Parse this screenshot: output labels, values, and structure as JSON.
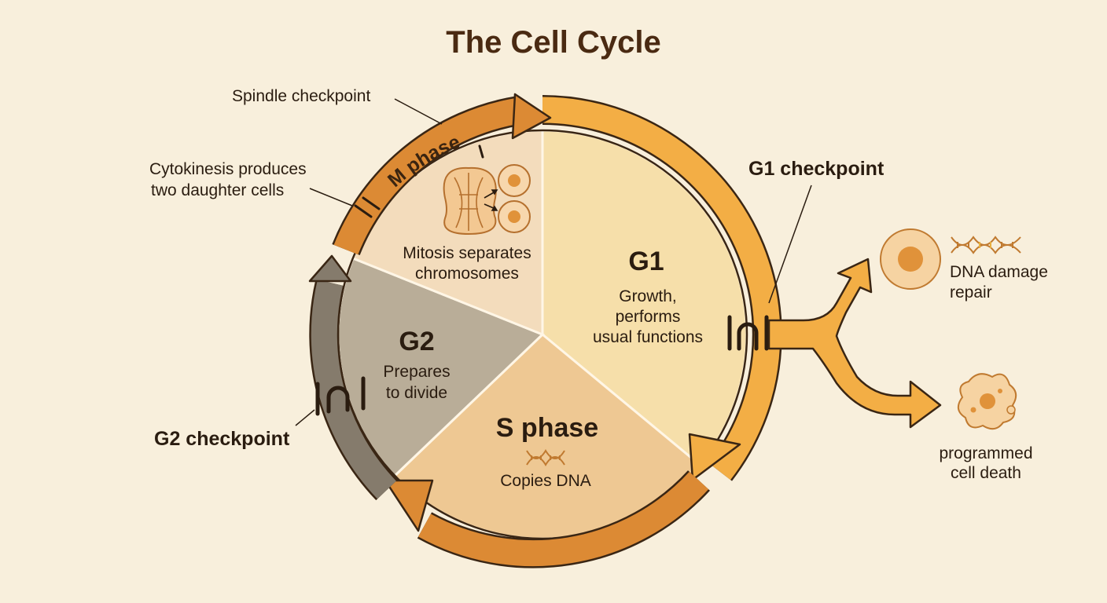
{
  "title": "The Cell Cycle",
  "phases": {
    "g1": {
      "name": "G1",
      "desc": [
        "Growth,",
        "performs",
        "usual functions"
      ]
    },
    "s": {
      "name": "S phase",
      "desc": "Copies DNA"
    },
    "g2": {
      "name": "G2",
      "desc": [
        "Prepares",
        "to divide"
      ]
    },
    "m": {
      "name": "M phase",
      "desc": [
        "Mitosis separates",
        "chromosomes"
      ]
    }
  },
  "checkpoints": {
    "spindle": "Spindle checkpoint",
    "cytokinesis": [
      "Cytokinesis produces",
      "two daughter cells"
    ],
    "g1": "G1 checkpoint",
    "g2": "G2 checkpoint"
  },
  "outcomes": {
    "repair": [
      "DNA damage",
      "repair"
    ],
    "death": [
      "programmed",
      "cell death"
    ]
  },
  "colors": {
    "background": "#f8efdc",
    "g1_fill": "#f6dfaa",
    "s_fill": "#eec893",
    "g2_fill": "#b9ad98",
    "m_fill": "#f3dcbc",
    "orange_arrow": "#f3ae45",
    "dark_orange_arrow": "#dc8a34",
    "gray_arrow": "#857b6c",
    "outline": "#3a2614"
  }
}
